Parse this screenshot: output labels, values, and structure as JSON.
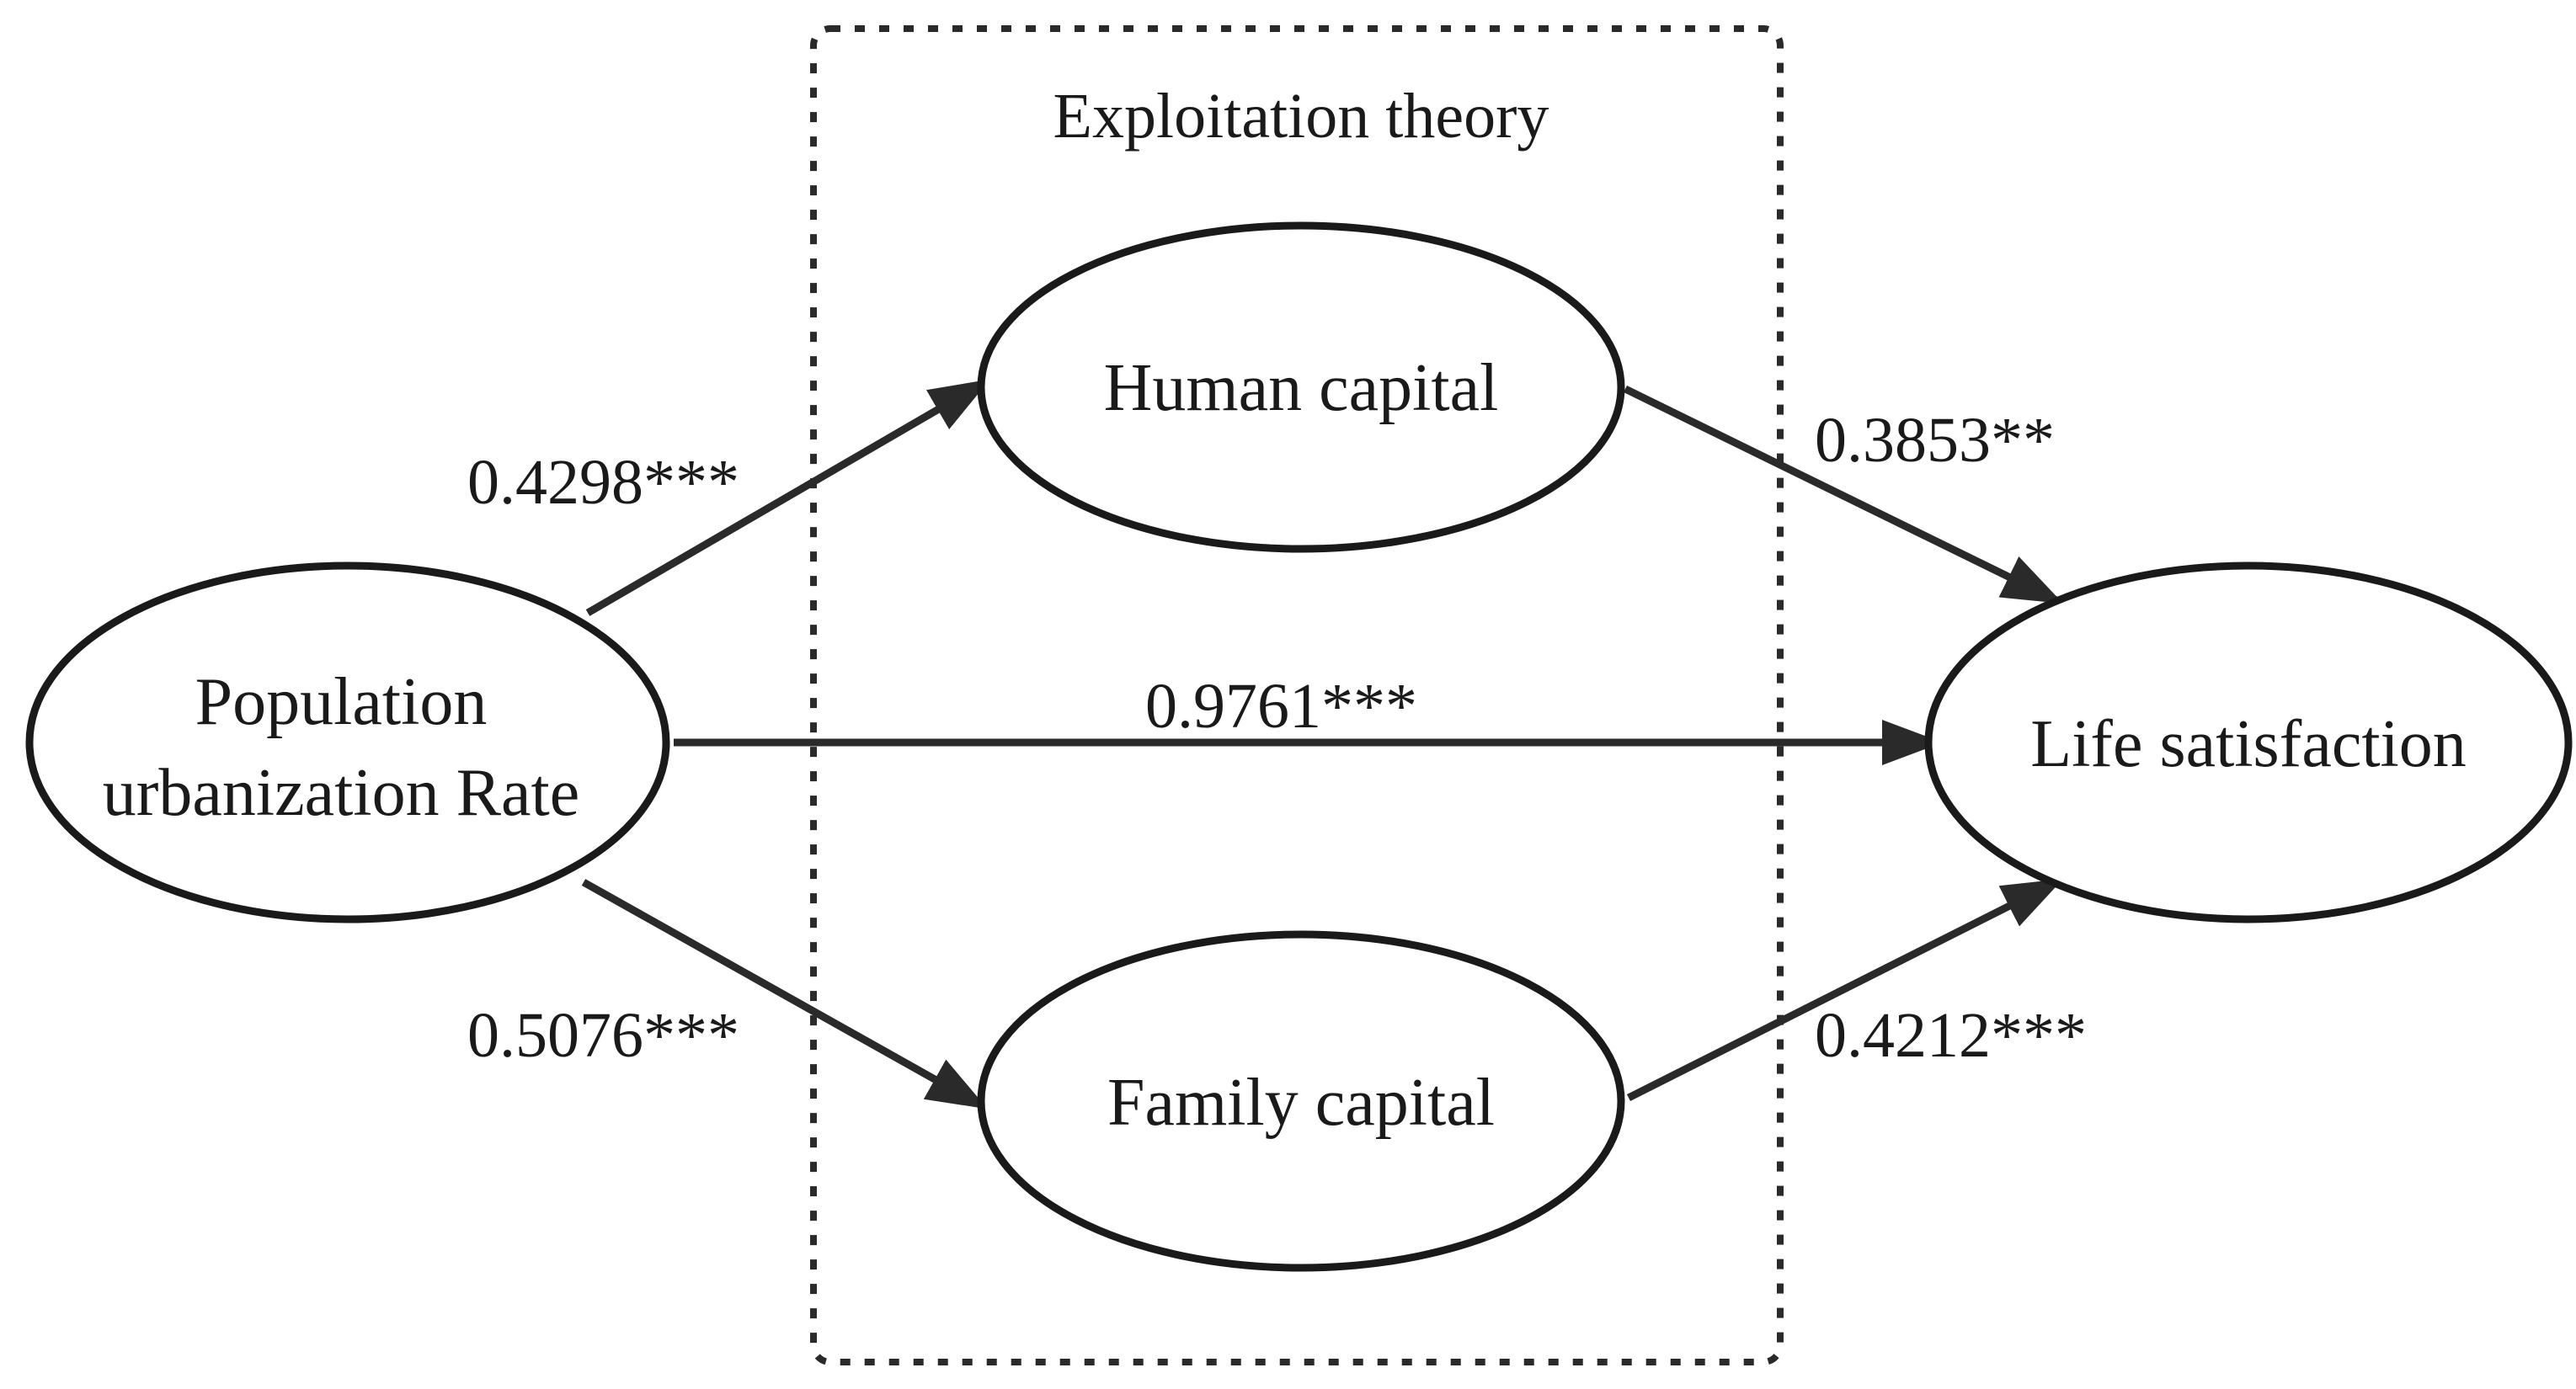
{
  "group": {
    "label": "Exploitation theory"
  },
  "nodes": {
    "population": {
      "line1": "Population",
      "line2": "urbanization Rate"
    },
    "human_capital": {
      "label": "Human capital"
    },
    "family_capital": {
      "label": "Family capital"
    },
    "life_satisfaction": {
      "label": "Life satisfaction"
    }
  },
  "edges": {
    "population_to_human": {
      "coefficient": "0.4298***"
    },
    "population_to_life": {
      "coefficient": "0.9761***"
    },
    "population_to_family": {
      "coefficient": "0.5076***"
    },
    "human_to_life": {
      "coefficient": "0.3853**"
    },
    "family_to_life": {
      "coefficient": "0.4212***"
    }
  },
  "colors": {
    "stroke": "#1a1a1a",
    "background": "#ffffff"
  }
}
